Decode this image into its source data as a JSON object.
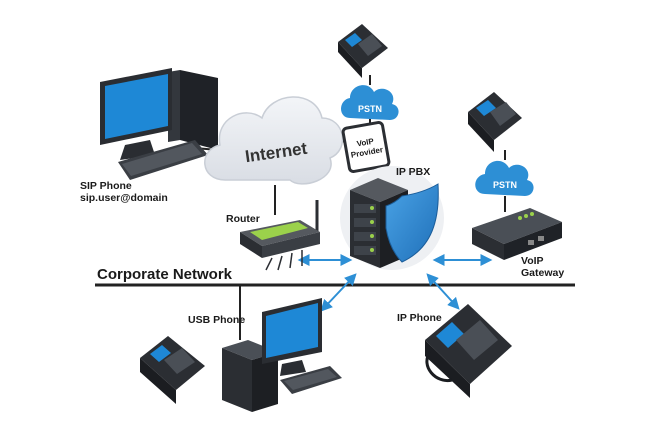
{
  "diagram": {
    "cloud_label": "Internet",
    "pstn_label": "PSTN",
    "voip_provider_line1": "VoIP",
    "voip_provider_line2": "Provider",
    "ip_pbx_label": "IP PBX",
    "sip_phone_line1": "SIP Phone",
    "sip_phone_line2": "sip.user@domain",
    "router_label": "Router",
    "voip_gateway_line1": "VoIP",
    "voip_gateway_line2": "Gateway",
    "network_label": "Corporate Network",
    "usb_phone_label": "USB Phone",
    "ip_phone_label": "IP Phone",
    "colors": {
      "accent_blue": "#2d8fd5",
      "screen_blue": "#1e88d6",
      "shield_blue": "#2f80c9",
      "dark_device": "#2b2e33",
      "cloud_gray": "#e6e9ee",
      "line": "#222222"
    }
  }
}
